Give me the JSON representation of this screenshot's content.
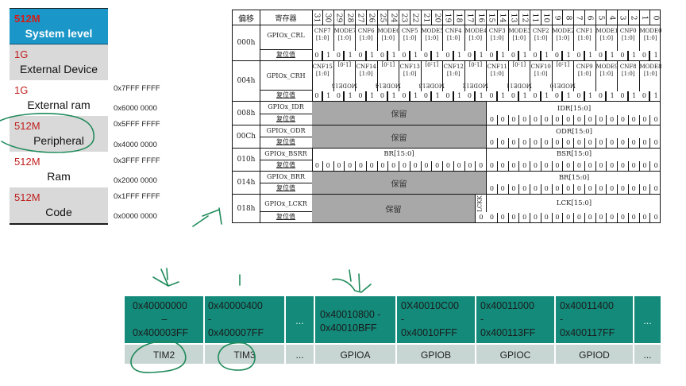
{
  "memory_map": {
    "blocks": [
      {
        "size": "512M",
        "name": "System level"
      },
      {
        "size": "1G",
        "name": "External Device"
      },
      {
        "size": "1G",
        "name": "External ram"
      },
      {
        "size": "512M",
        "name": "Peripheral"
      },
      {
        "size": "512M",
        "name": "Ram"
      },
      {
        "size": "512M",
        "name": "Code"
      }
    ],
    "addresses": [
      "0x7FFF FFFF",
      "0x6000 0000",
      "0x5FFF FFFF",
      "0x4000 0000",
      "0x3FFF FFFF",
      "0x2000 0000",
      "0x1FFF FFFF",
      "0x0000 0000"
    ]
  },
  "register_table": {
    "header": {
      "offset": "偏移",
      "register": "寄存器",
      "bits": [
        "31",
        "30",
        "29",
        "28",
        "27",
        "26",
        "25",
        "24",
        "23",
        "22",
        "21",
        "20",
        "19",
        "18",
        "17",
        "16",
        "15",
        "14",
        "13",
        "12",
        "11",
        "10",
        "9",
        "8",
        "7",
        "6",
        "5",
        "4",
        "3",
        "2",
        "1",
        "0"
      ]
    },
    "reset_label": "复位值",
    "reserved_label": "保留",
    "crl": {
      "offset": "000h",
      "name": "GPIOx_CRL",
      "fields": [
        "CNF7",
        "MODE7",
        "CNF6",
        "MODE6",
        "CNF5",
        "MODE5",
        "CNF4",
        "MODE4",
        "CNF3",
        "MODE3",
        "CNF2",
        "MODE2",
        "CNF1",
        "MODE1",
        "CNF0",
        "MODE0"
      ],
      "range": "[1:0]",
      "reset": [
        "0",
        "1",
        "0",
        "1",
        "0",
        "1",
        "0",
        "1",
        "0",
        "1",
        "0",
        "1",
        "0",
        "1",
        "0",
        "1",
        "0",
        "1",
        "0",
        "1",
        "0",
        "1",
        "0",
        "1",
        "0",
        "1",
        "0",
        "1",
        "0",
        "1",
        "0",
        "1"
      ]
    },
    "crh": {
      "offset": "004h",
      "name": "GPIOx_CRH",
      "fields": [
        "CNF15",
        "MODE15",
        "CNF14",
        "MODE14",
        "CNF13",
        "MODE13",
        "CNF12",
        "MODE12",
        "CNF11",
        "MODE11",
        "CNF10",
        "MODE10",
        "CNF9",
        "MODE9",
        "CNF8",
        "MODE8"
      ],
      "range": "[1:0]",
      "reset": [
        "0",
        "1",
        "0",
        "1",
        "0",
        "1",
        "0",
        "1",
        "0",
        "1",
        "0",
        "1",
        "0",
        "1",
        "0",
        "1",
        "0",
        "1",
        "0",
        "1",
        "0",
        "1",
        "0",
        "1",
        "0",
        "1",
        "0",
        "1",
        "0",
        "1",
        "0",
        "1"
      ]
    },
    "idr": {
      "offset": "008h",
      "name": "GPIOx_IDR",
      "field": "IDR[15:0]",
      "reset": [
        "0",
        "0",
        "0",
        "0",
        "0",
        "0",
        "0",
        "0",
        "0",
        "0",
        "0",
        "0",
        "0",
        "0",
        "0",
        "0"
      ]
    },
    "odr": {
      "offset": "00Ch",
      "name": "GPIOx_ODR",
      "field": "ODR[15:0]",
      "reset": [
        "0",
        "0",
        "0",
        "0",
        "0",
        "0",
        "0",
        "0",
        "0",
        "0",
        "0",
        "0",
        "0",
        "0",
        "0",
        "0"
      ]
    },
    "bsrr": {
      "offset": "010h",
      "name": "GPIOx_BSRR",
      "field_hi": "BR[15:0]",
      "field_lo": "BSR[15:0]",
      "reset": [
        "0",
        "0",
        "0",
        "0",
        "0",
        "0",
        "0",
        "0",
        "0",
        "0",
        "0",
        "0",
        "0",
        "0",
        "0",
        "0",
        "0",
        "0",
        "0",
        "0",
        "0",
        "0",
        "0",
        "0",
        "0",
        "0",
        "0",
        "0",
        "0",
        "0",
        "0",
        "0"
      ]
    },
    "brr": {
      "offset": "014h",
      "name": "GPIOx_BRR",
      "field": "BR[15:0]",
      "reset": [
        "0",
        "0",
        "0",
        "0",
        "0",
        "0",
        "0",
        "0",
        "0",
        "0",
        "0",
        "0",
        "0",
        "0",
        "0",
        "0"
      ]
    },
    "lckr": {
      "offset": "018h",
      "name": "GPIOx_LCKR",
      "lckk": "LCKK",
      "lckk_reset": "0",
      "field": "LCK[15:0]",
      "reset": [
        "0",
        "0",
        "0",
        "0",
        "0",
        "0",
        "0",
        "0",
        "0",
        "0",
        "0",
        "0",
        "0",
        "0",
        "0",
        "0"
      ]
    }
  },
  "peripheral_table": {
    "cells": [
      {
        "range_start": "0x40000000",
        "sep": "–",
        "range_end": "0x400003FF",
        "name": "TIM2"
      },
      {
        "range_start": "0x40000400",
        "sep": "-",
        "range_end": "0x400007FF",
        "name": "TIM3"
      },
      {
        "ellipsis": "...",
        "name": "..."
      },
      {
        "range": "0x40010800 - 0x40010BFF",
        "name": "GPIOA"
      },
      {
        "range_start": "0X40010C00",
        "sep": "-",
        "range_end": "0x40010FFF",
        "name": "GPIOB"
      },
      {
        "range_start": "0x40011000",
        "sep": "-",
        "range_end": "0x400113FF",
        "name": "GPIOC"
      },
      {
        "range_start": "0x40011400",
        "sep": "-",
        "range_end": "0x400117FF",
        "name": "GPIOD"
      },
      {
        "ellipsis": "...",
        "name": "..."
      }
    ]
  },
  "colors": {
    "system_blue": "#1a96c8",
    "teal": "#138a7a",
    "light_teal": "#c7d6d3",
    "reserved_gray": "#a8a8a8",
    "size_red": "#c0201f",
    "pen_green": "#1f8a5a"
  }
}
